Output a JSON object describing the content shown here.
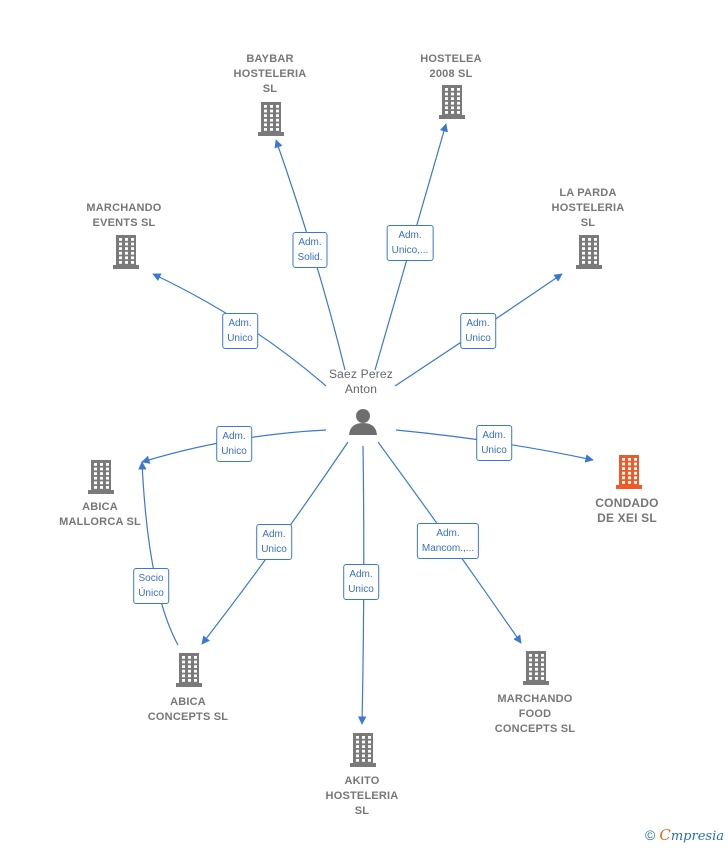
{
  "center": {
    "name": "Saez Perez\nAnton"
  },
  "nodes": [
    {
      "id": "baybar",
      "label": "BAYBAR\nHOSTELERIA\nSL",
      "highlight": false
    },
    {
      "id": "hostelea",
      "label": "HOSTELEA\n2008 SL",
      "highlight": false
    },
    {
      "id": "marchando-events",
      "label": "MARCHANDO\nEVENTS  SL",
      "highlight": false
    },
    {
      "id": "la-parda",
      "label": "LA PARDA\nHOSTELERIA\nSL",
      "highlight": false
    },
    {
      "id": "abica-mallorca",
      "label": "ABICA\nMALLORCA  SL",
      "highlight": false
    },
    {
      "id": "condado",
      "label": "CONDADO\nDE XEI  SL",
      "highlight": true
    },
    {
      "id": "abica-concepts",
      "label": "ABICA\nCONCEPTS  SL",
      "highlight": false
    },
    {
      "id": "akito",
      "label": "AKITO\nHOSTELERIA\nSL",
      "highlight": false
    },
    {
      "id": "marchando-food",
      "label": "MARCHANDO\nFOOD\nCONCEPTS SL",
      "highlight": false
    }
  ],
  "edges": [
    {
      "from": "center",
      "to": "baybar",
      "label": "Adm.\nSolid."
    },
    {
      "from": "center",
      "to": "hostelea",
      "label": "Adm.\nUnico,..."
    },
    {
      "from": "center",
      "to": "marchando-events",
      "label": "Adm.\nUnico"
    },
    {
      "from": "center",
      "to": "la-parda",
      "label": "Adm.\nUnico"
    },
    {
      "from": "center",
      "to": "abica-mallorca",
      "label": "Adm.\nUnico"
    },
    {
      "from": "center",
      "to": "condado",
      "label": "Adm.\nUnico"
    },
    {
      "from": "center",
      "to": "abica-concepts",
      "label": "Adm.\nUnico"
    },
    {
      "from": "center",
      "to": "akito",
      "label": "Adm.\nUnico"
    },
    {
      "from": "center",
      "to": "marchando-food",
      "label": "Adm.\nMancom.,..."
    },
    {
      "from": "abica-concepts",
      "to": "abica-mallorca",
      "label": "Socio\nÚnico"
    }
  ],
  "colors": {
    "edge": "#3a78d4",
    "building": "#7a7a7a",
    "building_highlight": "#f05a28",
    "person": "#6e6e6e"
  },
  "brand": {
    "copyright": "©",
    "initial": "C",
    "rest": "mpresia"
  }
}
